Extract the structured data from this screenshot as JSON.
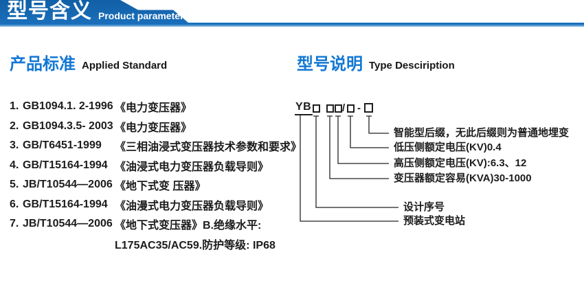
{
  "banner": {
    "title": "型号含义",
    "subtitle": "Product parameters"
  },
  "left_section": {
    "heading_cn": "产品标准",
    "heading_en": "Applied Standard",
    "items": [
      {
        "num": "1.",
        "code": "GB1094.1. 2-1996",
        "title": "《电力变压器》"
      },
      {
        "num": "2.",
        "code": "GB1094.3.5- 2003",
        "title": "《电力变压器》"
      },
      {
        "num": "3.",
        "code": "GB/T6451-1999",
        "title": "《三相油浸式变压器技术参数和要求》"
      },
      {
        "num": "4.",
        "code": "GB/T15164-1994",
        "title": "《油浸式电力变压器负载导则》"
      },
      {
        "num": "5.",
        "code": "JB/T10544—2006",
        "title": "《地下式变 压器》"
      },
      {
        "num": "6.",
        "code": "GB/T15164-1994",
        "title": "《油漫式电力变压器负载导则》"
      },
      {
        "num": "7.",
        "code": "JB/T10544—2006",
        "title": "《地下式变压器》B.绝缘水平:"
      }
    ],
    "continuation": "L175AC35/AC59.防护等级: IP68"
  },
  "right_section": {
    "heading_cn": "型号说明",
    "heading_en": "Type Desciription",
    "code_prefix": "YB",
    "slash": "/",
    "dash": "-",
    "labels": [
      "智能型后缀，无此后缀则为普通地埋变",
      "低压侧额定电压(KV)0.4",
      "高压侧额定电压(KV):6.3、12",
      "变压器额定容易(KVA)30-1000",
      "设计序号",
      "预装式变电站"
    ]
  },
  "colors": {
    "banner_blue_top": "#115fa6",
    "banner_blue": "#1b6fbb",
    "banner_light_edge": "#4f97d5",
    "heading_blue": "#1277d3",
    "body_text": "#1c1c1c"
  }
}
